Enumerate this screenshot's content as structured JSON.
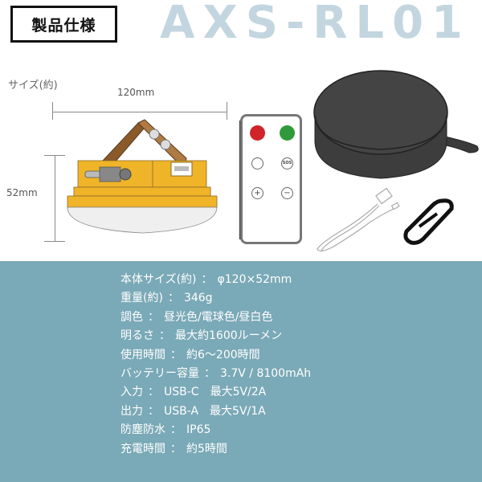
{
  "header": {
    "title": "製品仕様",
    "model": "AXS-RL01"
  },
  "diagram": {
    "size_label": "サイズ(約)",
    "width_label": "120mm",
    "height_label": "52mm"
  },
  "accessories": {
    "remote": {
      "buttons": [
        "power-red",
        "power-green",
        "mode",
        "SOS",
        "+",
        "−"
      ],
      "sos_label": "SOS",
      "plus_label": "+",
      "minus_label": "−"
    },
    "items": [
      "carrying-case",
      "usb-cable",
      "carabiner"
    ]
  },
  "colors": {
    "panel_bg": "#7aa9b7",
    "model_text": "#c3d6df",
    "lamp_body": "#f0b429",
    "lamp_handle": "#8a5a2b",
    "case": "#3a3a3a"
  },
  "specs": [
    {
      "label": "本体サイズ(約)",
      "value": "φ120×52mm"
    },
    {
      "label": "重量(約)",
      "value": "346g"
    },
    {
      "label": "調色",
      "value": "昼光色/電球色/昼白色"
    },
    {
      "label": "明るさ",
      "value": "最大約1600ルーメン"
    },
    {
      "label": "使用時間",
      "value": "約6〜200時間"
    },
    {
      "label": "バッテリー容量",
      "value": "3.7V / 8100mAh"
    },
    {
      "label": "入力",
      "value": "USB-C　最大5V/2A"
    },
    {
      "label": "出力",
      "value": "USB-A　最大5V/1A"
    },
    {
      "label": "防塵防水",
      "value": "IP65"
    },
    {
      "label": "充電時間",
      "value": "約5時間"
    }
  ],
  "separator": "："
}
